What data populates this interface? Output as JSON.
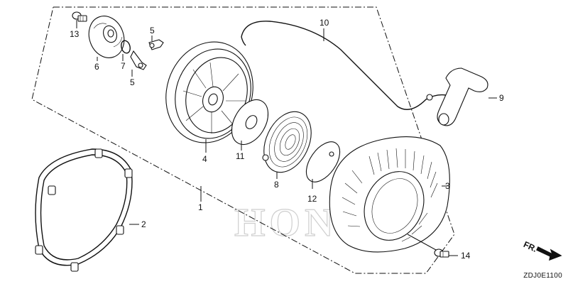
{
  "diagram": {
    "watermark": "HONDA",
    "drawing_code": "ZDJ0E1100",
    "direction_label": "FR.",
    "callouts": [
      "1",
      "2",
      "3",
      "4",
      "5",
      "5",
      "6",
      "7",
      "8",
      "9",
      "10",
      "11",
      "12",
      "13",
      "14"
    ]
  }
}
